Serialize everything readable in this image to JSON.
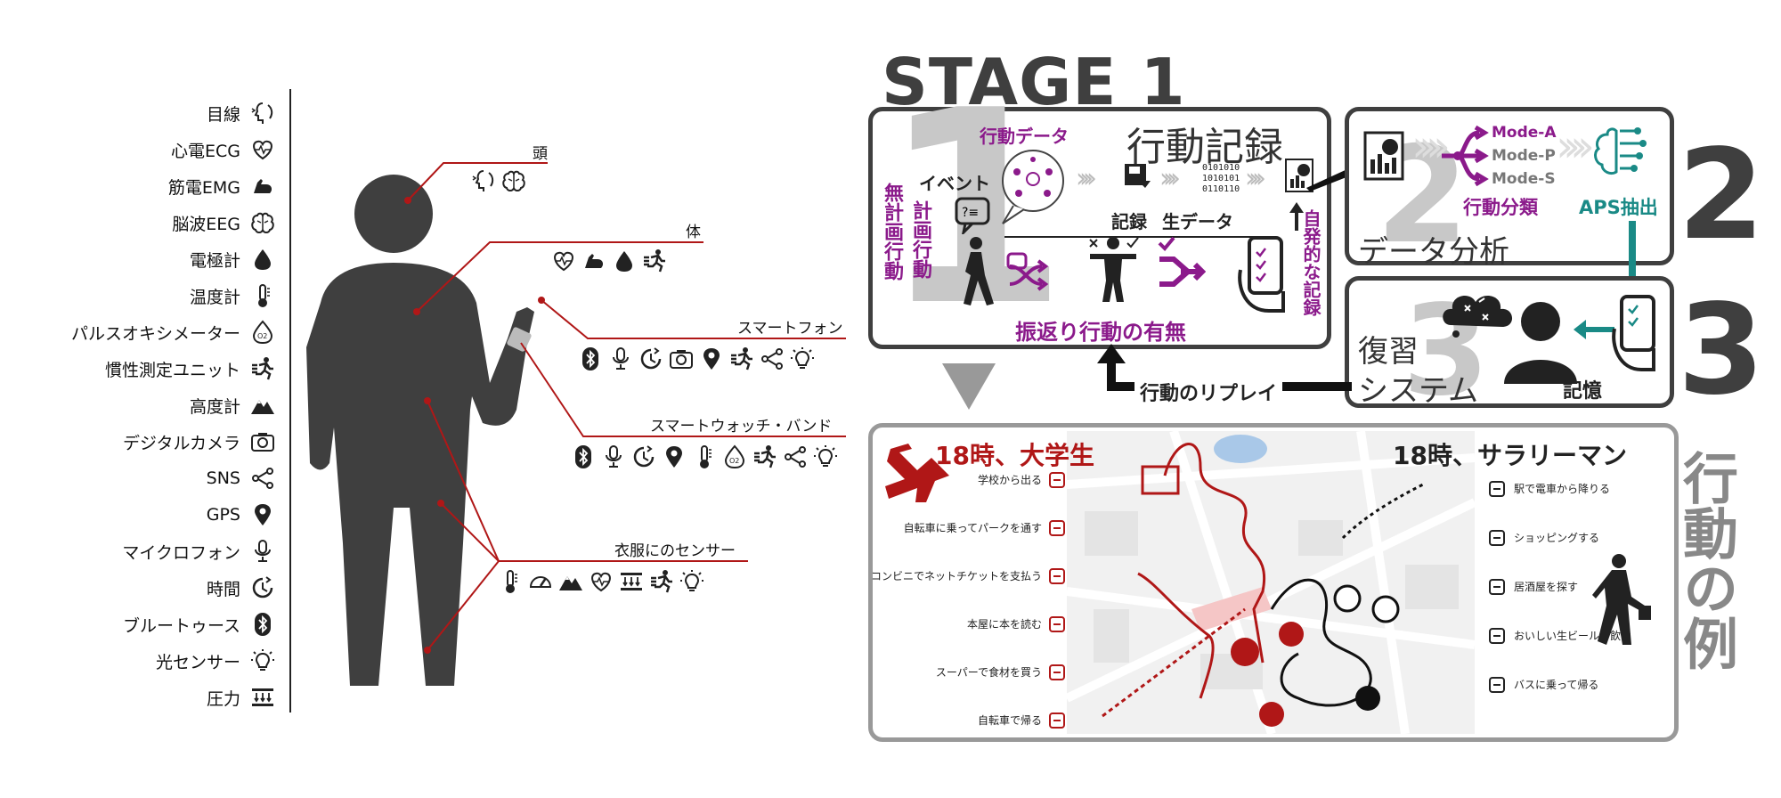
{
  "sensors": [
    {
      "label": "目線",
      "icon": "face-eye-icon"
    },
    {
      "label": "心電ECG",
      "icon": "heart-pulse-icon"
    },
    {
      "label": "筋電EMG",
      "icon": "muscle-arm-icon"
    },
    {
      "label": "脳波EEG",
      "icon": "brain-icon"
    },
    {
      "label": "電極計",
      "icon": "drop-icon"
    },
    {
      "label": "温度計",
      "icon": "thermometer-icon"
    },
    {
      "label": "パルスオキシメーター",
      "icon": "o2-drop-icon"
    },
    {
      "label": "慣性測定ユニット",
      "icon": "running-icon"
    },
    {
      "label": "高度計",
      "icon": "mountain-icon"
    },
    {
      "label": "デジタルカメラ",
      "icon": "camera-icon"
    },
    {
      "label": "SNS",
      "icon": "share-icon"
    },
    {
      "label": "GPS",
      "icon": "location-pin-icon"
    },
    {
      "label": "マイクロフォン",
      "icon": "microphone-icon"
    },
    {
      "label": "時間",
      "icon": "clock-icon"
    },
    {
      "label": "ブルートゥース",
      "icon": "bluetooth-icon"
    },
    {
      "label": "光センサー",
      "icon": "lightbulb-icon"
    },
    {
      "label": "圧力",
      "icon": "pressure-icon"
    }
  ],
  "body_groups": {
    "head": "頭",
    "body": "体",
    "smartphone": "スマートフォン",
    "watch": "スマートウォッチ・バンド",
    "clothes": "衣服にのセンサー"
  },
  "stage": {
    "title": "STAGE 1",
    "s1_title": "行動記録",
    "s1_number": "1",
    "action_data": "行動データ",
    "event": "イベント",
    "unplanned": "無計画行動",
    "planned": "計画行動",
    "record": "記録",
    "raw_data": "生データ",
    "reflection": "振返り行動の有無",
    "spontaneous": "自発的な記録",
    "s2_title": "データ分析",
    "s2_number": "2",
    "mode_a": "Mode-A",
    "mode_p": "Mode-P",
    "mode_s": "Mode-S",
    "classify": "行動分類",
    "aps": "APS抽出",
    "s3_title_1": "復習",
    "s3_title_2": "システム",
    "s3_number": "3",
    "memory": "記憶",
    "replay": "行動のリプレイ"
  },
  "example": {
    "side_title": "行動の例",
    "student_title": "18時、大学生",
    "worker_title": "18時、サラリーマン",
    "student_steps": [
      "学校から出る",
      "自転車に乗ってパークを通す",
      "コンビニでネットチケットを支払う",
      "本屋に本を読む",
      "スーパーで食材を買う",
      "自転車で帰る"
    ],
    "worker_steps": [
      "駅で電車から降りる",
      "ショッピングする",
      "居酒屋を探す",
      "おいしい生ビールを飲む",
      "バスに乗って帰る"
    ]
  },
  "colors": {
    "accent_red": "#b01717",
    "purple": "#8b1a8b",
    "teal": "#1a8a86",
    "dark": "#3f3f3f"
  }
}
